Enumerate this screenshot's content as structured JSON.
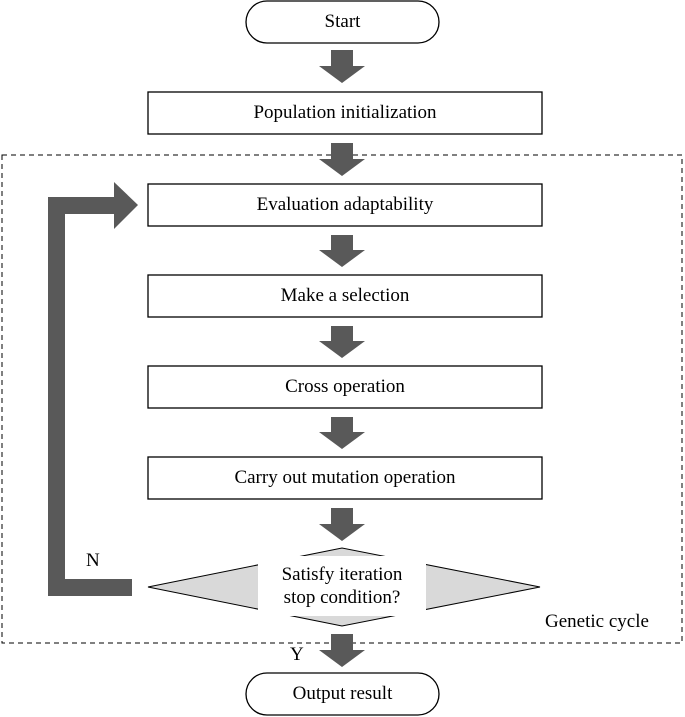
{
  "nodes": {
    "start": "Start",
    "init": "Population initialization",
    "evaluate": "Evaluation adaptability",
    "select": "Make a selection",
    "cross": "Cross operation",
    "mutate": "Carry out mutation operation",
    "decision_line1": "Satisfy iteration",
    "decision_line2": "stop condition?",
    "output": "Output result"
  },
  "labels": {
    "no": "N",
    "yes": "Y",
    "cycle": "Genetic cycle"
  },
  "colors": {
    "arrow": "#595959",
    "diamond_fill": "#d9d9d9",
    "stroke": "#000000"
  }
}
